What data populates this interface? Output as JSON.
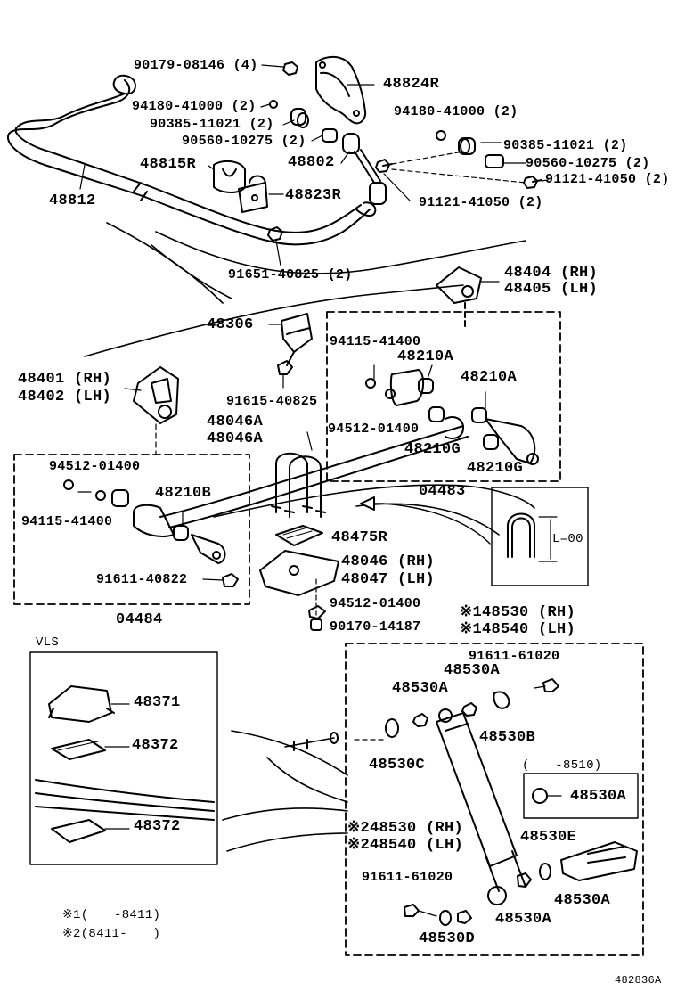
{
  "labels": {
    "p90179_08146": "90179-08146 (4)",
    "p48824R": "48824R",
    "p94180_a": "94180-41000 (2)",
    "p90385_a": "90385-11021 (2)",
    "p90560_a": "90560-10275 (2)",
    "p94180_b": "94180-41000 (2)",
    "p90385_b": "90385-11021 (2)",
    "p90560_b": "90560-10275 (2)",
    "p91121_a": "91121-41050 (2)",
    "p91121_b": "91121-41050 (2)",
    "p48802": "48802",
    "p48815R": "48815R",
    "p48823R": "48823R",
    "p48812": "48812",
    "p91651": "91651-40825 (2)",
    "p48404": "48404 (RH)",
    "p48405": "48405 (LH)",
    "p48306": "48306",
    "p94115_a": "94115-41400",
    "p48210A_a": "48210A",
    "p48210A_b": "48210A",
    "p48401": "48401 (RH)",
    "p48402": "48402 (LH)",
    "p91615": "91615-40825",
    "p94512_a": "94512-01400",
    "p48046A_a": "48046A",
    "p48046A_b": "48046A",
    "p48210G_a": "48210G",
    "p48210G_b": "48210G",
    "p04483": "04483",
    "p94512_b": "94512-01400",
    "p48210B": "48210B",
    "p94115_b": "94115-41400",
    "p48475R": "48475R",
    "p48046RH": "48046 (RH)",
    "p48047LH": "48047 (LH)",
    "p91611_a": "91611-40822",
    "pL00": "L=00",
    "p04484": "04484",
    "p94512_c": "94512-01400",
    "p90170": "90170-14187",
    "p48530RH_1": "※148530 (RH)",
    "p48540LH_1": "※148540 (LH)",
    "vls": "VLS",
    "p91611_b": "91611-61020",
    "p48530A_a": "48530A",
    "p48530A_b": "48530A",
    "p48371": "48371",
    "p48372_a": "48372",
    "p48530B": "48530B",
    "p48530C": "48530C",
    "p8510": "(　　-8510)",
    "p48530A_c": "48530A",
    "p48372_b": "48372",
    "p48530RH_2": "※248530 (RH)",
    "p48540LH_2": "※248540 (LH)",
    "p48530E": "48530E",
    "p91611_c": "91611-61020",
    "p48530A_d": "48530A",
    "p48530A_e": "48530A",
    "p48530D": "48530D",
    "note1": "※1(　　-8411)",
    "note2": "※2(8411-　　)",
    "figure_id": "482836A"
  }
}
